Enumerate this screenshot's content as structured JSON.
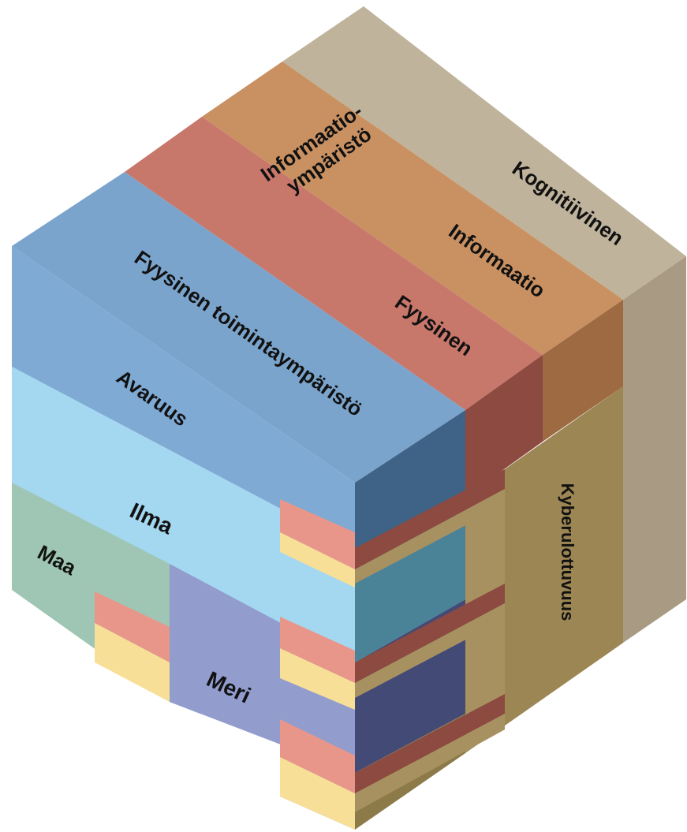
{
  "diagram": {
    "top_layers": {
      "cognitive": "Kognitiivinen",
      "information": "Informaatio",
      "physical": "Fyysinen",
      "info_environment_line1": "Informaatio-",
      "info_environment_line2": "ympäristö",
      "physical_environment": "Fyysinen toimintaympäristö"
    },
    "domains": {
      "space": "Avaruus",
      "air": "Ilma",
      "land": "Maa",
      "sea": "Meri",
      "cyber": "Kyberulottuvuus"
    },
    "colors": {
      "cognitive": "#bdb29c",
      "information": "#c99063",
      "physical": "#c9766a",
      "physical_env": "#7aa3cc",
      "air": "#a6d8ee",
      "land": "#9fc7b4",
      "sea": "#939ccd",
      "salmon": "#e8968a",
      "yellow": "#f8df98",
      "cyber": "#a89160"
    }
  }
}
